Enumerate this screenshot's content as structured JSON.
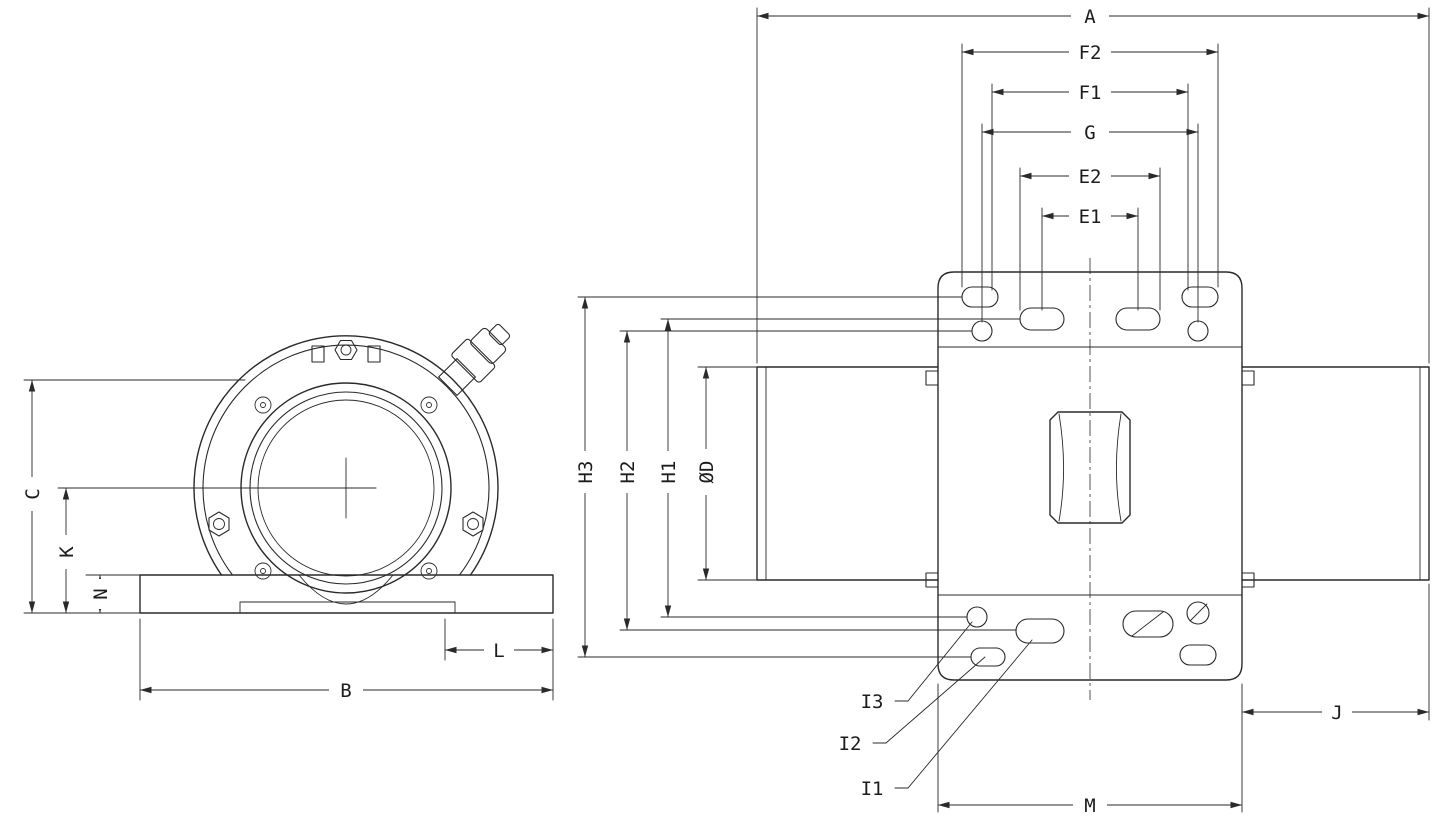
{
  "drawing": {
    "type": "technical-dimension-drawing",
    "subject": "vibration-motor-two-views",
    "background": "#ffffff",
    "line_color": "#2a2a2a"
  },
  "labels": {
    "A": "A",
    "F2": "F2",
    "F1": "F1",
    "G": "G",
    "E2": "E2",
    "E1": "E1",
    "H3": "H3",
    "H2": "H2",
    "H1": "H1",
    "D": "ØD",
    "C": "C",
    "K": "K",
    "N": "N",
    "B": "B",
    "L": "L",
    "I3": "I3",
    "I2": "I2",
    "I1": "I1",
    "M": "M",
    "J": "J"
  }
}
